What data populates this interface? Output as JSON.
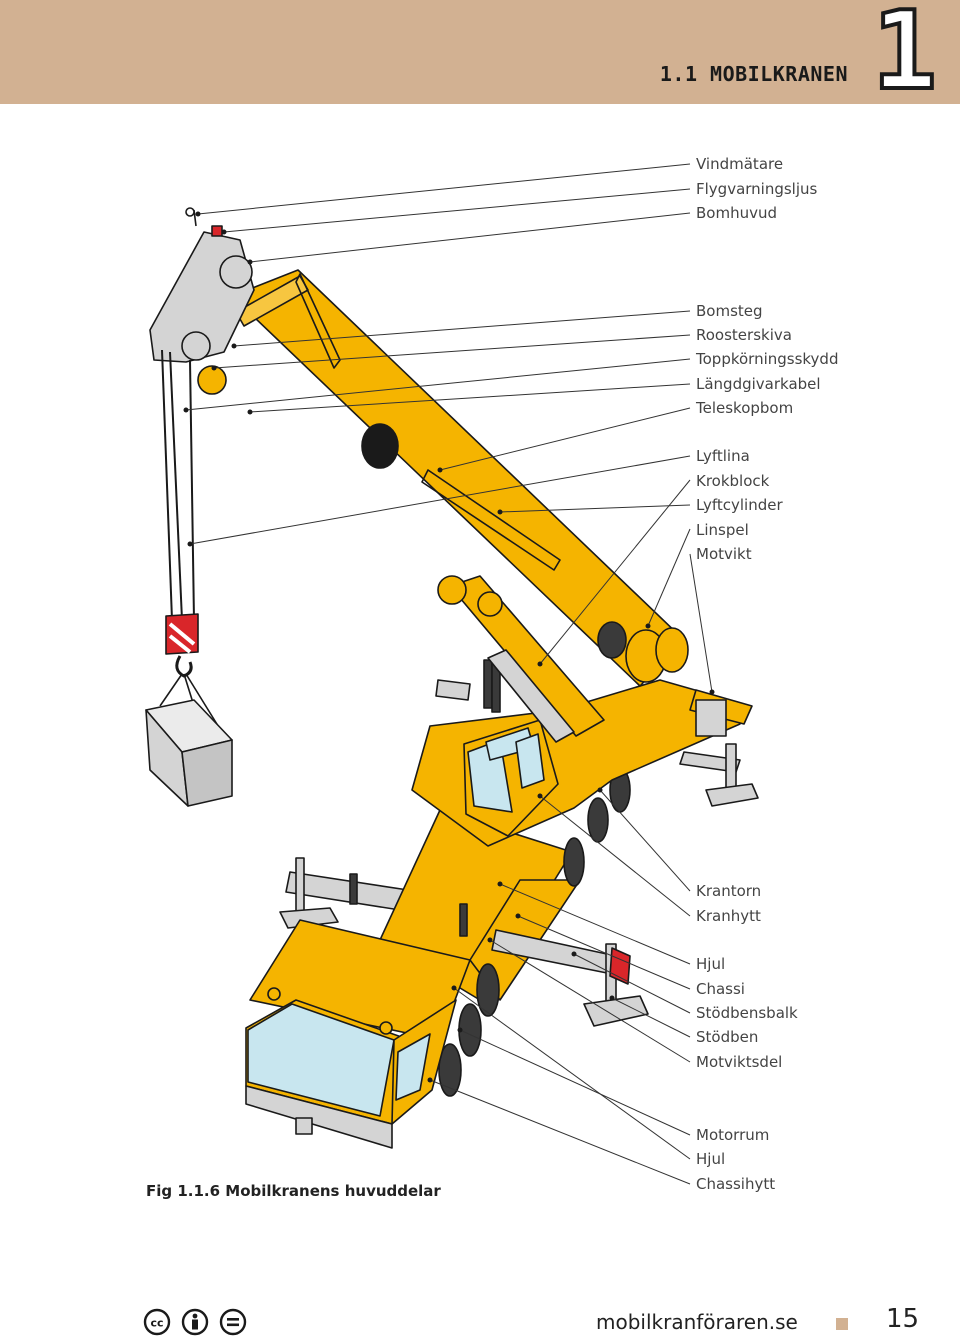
{
  "header": {
    "section_title": "1.1 MOBILKRANEN",
    "chapter_number": "1"
  },
  "labels": [
    "Vindmätare",
    "Flygvarningsljus",
    "Bomhuvud",
    "Bomsteg",
    "Roosterskiva",
    "Toppkörningsskydd",
    "Längdgivarkabel",
    "Teleskopbom",
    "Lyftlina",
    "Krokblock",
    "Lyftcylinder",
    "Linspel",
    "Motvikt",
    "Krantorn",
    "Kranhytt",
    "Hjul",
    "Chassi",
    "Stödbensbalk",
    "Stödben",
    "Motviktsdel",
    "Motorrum",
    "Hjul",
    "Chassihytt"
  ],
  "figure": {
    "caption": "Fig 1.1.6 Mobilkranens huvuddelar"
  },
  "footer": {
    "website": "mobilkranföraren.se",
    "page_number": "15",
    "license_icons": [
      "cc-icon",
      "by-icon",
      "nd-icon"
    ]
  },
  "colors": {
    "header_bg": "#d2b192",
    "crane_yellow": "#f5b400",
    "outline": "#1a1a1a",
    "grey": "#d4d4d4",
    "glass": "#c8e6ef",
    "hazard_red": "#d9262a"
  }
}
